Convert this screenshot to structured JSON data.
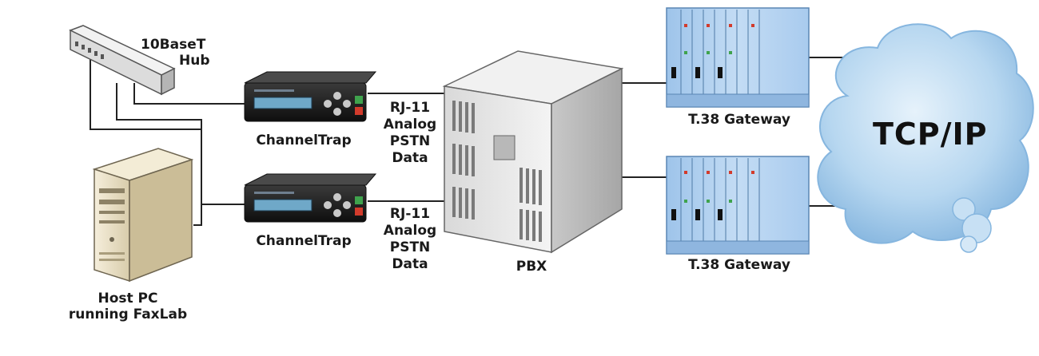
{
  "nodes": {
    "hub": {
      "label_line1": "10BaseT",
      "label_line2": "Hub"
    },
    "host_pc": {
      "label_line1": "Host PC",
      "label_line2": "running FaxLab"
    },
    "channeltrap_top": {
      "label": "ChannelTrap"
    },
    "channeltrap_bottom": {
      "label": "ChannelTrap"
    },
    "pbx": {
      "label": "PBX"
    },
    "gateway_top": {
      "label": "T.38 Gateway"
    },
    "gateway_bottom": {
      "label": "T.38 Gateway"
    },
    "cloud": {
      "label": "TCP/IP"
    }
  },
  "links": {
    "top": {
      "line1": "RJ-11",
      "line2": "Analog",
      "line3": "PSTN",
      "line4": "Data"
    },
    "bottom": {
      "line1": "RJ-11",
      "line2": "Analog",
      "line3": "PSTN",
      "line4": "Data"
    }
  },
  "colors": {
    "line": "#222222",
    "cloud": "#a9cfee",
    "gateway": "#b9d6f2",
    "channeltrap_body": "#1c1c1c",
    "screen": "#6fa8c8",
    "pc_case": "#efe6cf"
  },
  "icons": {
    "hub": "network-hub-icon",
    "host_pc": "tower-pc-icon",
    "channeltrap": "channeltrap-device-icon",
    "pbx": "pbx-cabinet-icon",
    "gateway": "gateway-rack-icon",
    "cloud": "network-cloud-icon"
  }
}
